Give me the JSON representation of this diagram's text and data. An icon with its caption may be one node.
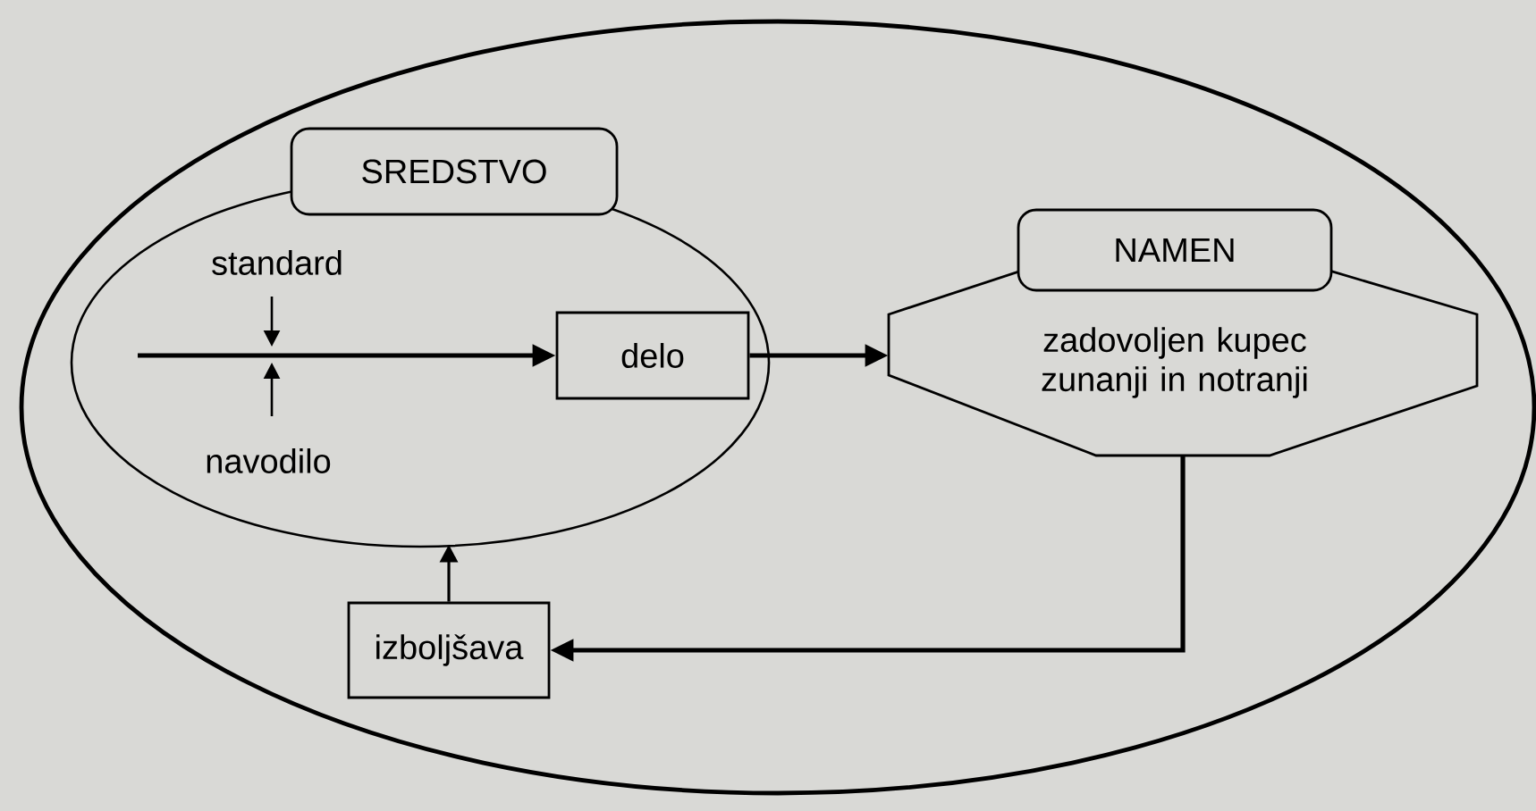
{
  "diagram": {
    "nodes": [
      {
        "text": [
          "SREDSTVO"
        ]
      },
      {
        "text": [
          "delo"
        ],
        "in": 0
      },
      {
        "text": [
          "NAMEN",
          "zadovoljen kupec zunanji in notranji"
        ]
      },
      {
        "text": [
          "izboljšava"
        ]
      }
    ],
    "edges": [
      {
        "from": null,
        "to": 1,
        "arrow": "to"
      },
      {
        "from": 1,
        "to": 2,
        "arrow": "to"
      },
      {
        "from": 2,
        "to": 3,
        "arrow": "to"
      },
      {
        "from": 3,
        "to": 0,
        "arrow": "to"
      }
    ],
    "labels": [
      "standard",
      "navodilo"
    ]
  }
}
